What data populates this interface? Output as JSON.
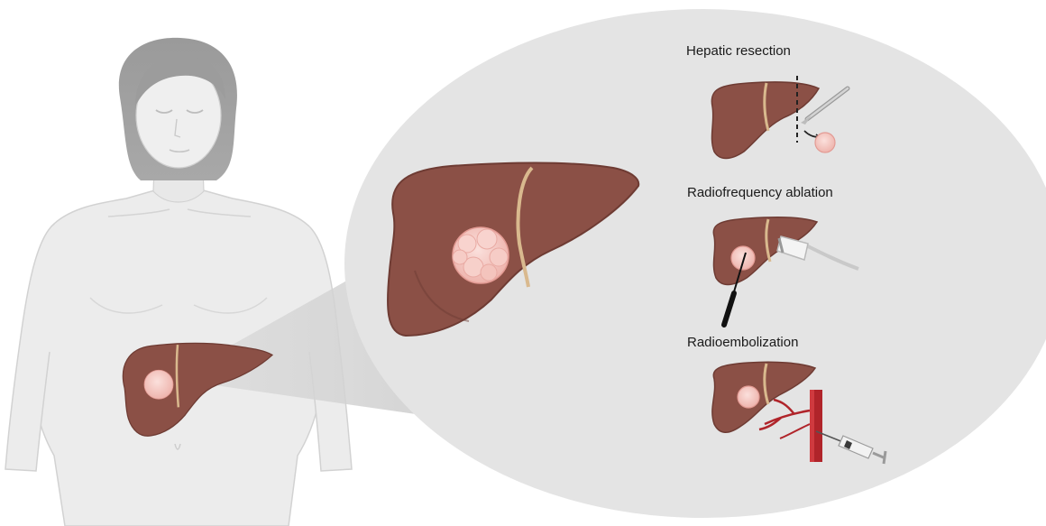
{
  "procedures": [
    {
      "label": "Hepatic resection"
    },
    {
      "label": "Radiofrequency ablation"
    },
    {
      "label": "Radioembolization"
    }
  ],
  "colors": {
    "liver": "#8b5046",
    "liver_shade": "#6e3b33",
    "tumor": "#f3c2bd",
    "skin": "#ebebeb",
    "magnifier": "#e4e4e4",
    "vessel": "#b0242a"
  }
}
